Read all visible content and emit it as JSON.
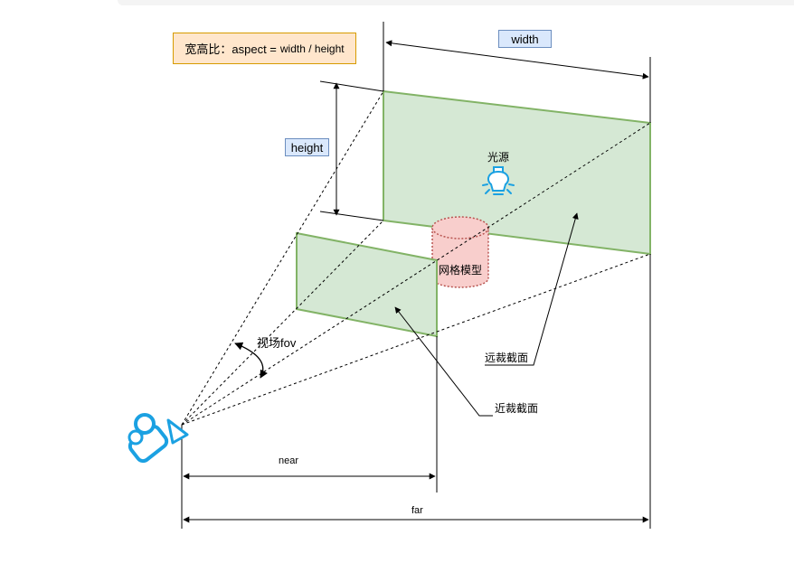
{
  "labels": {
    "aspect_prefix": "宽高比：aspect =",
    "aspect_formula": "width / height",
    "width": "width",
    "height": "height",
    "light": "光源",
    "mesh": "网格模型",
    "fov": "视场fov",
    "far_plane": "远裁截面",
    "near_plane": "近裁截面",
    "near": "near",
    "far": "far"
  },
  "icons": {
    "light": "lightbulb-icon",
    "camera": "video-camera-icon"
  },
  "colors": {
    "plane_fill": "#d5e8d4",
    "plane_stroke": "#82b366",
    "mesh_fill": "#f8cecc",
    "mesh_stroke": "#b85450",
    "label_fill": "#dae8fc",
    "label_stroke": "#6c8ebf",
    "formula_fill": "#ffe6cc",
    "formula_stroke": "#d79b00",
    "icon_blue": "#1ba1e2"
  }
}
